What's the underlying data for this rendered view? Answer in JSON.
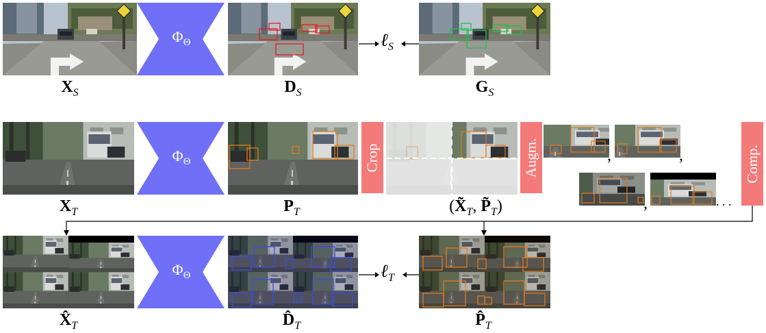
{
  "colors": {
    "network": "#6f6ff7",
    "tag": "#f47a7a",
    "det_red": "#e02020",
    "gt_green": "#22c04a",
    "pseudo_orange": "#e07b1f",
    "det_blue": "#3a4fd6"
  },
  "network_symbol": "Φ",
  "network_subscript": "Θ",
  "row1": {
    "input_label": "X",
    "input_sub": "S",
    "det_label": "D",
    "det_sub": "S",
    "gt_label": "G",
    "gt_sub": "S",
    "loss": "ℓ",
    "loss_sub": "S"
  },
  "row2": {
    "input_label": "X",
    "input_sub": "T",
    "pseudo_label": "P",
    "pseudo_sub": "T",
    "crop_tag": "Crop",
    "augm_tag": "Augm.",
    "comp_tag": "Comp.",
    "pair_label_open": "(",
    "pair_x": "X̃",
    "pair_x_sub": "T",
    "pair_sep": ",",
    "pair_p": "P̃",
    "pair_p_sub": "T",
    "pair_label_close": ")",
    "comma": ",",
    "ellipsis": ". . ."
  },
  "row3": {
    "input_label": "X̂",
    "input_sub": "T",
    "det_label": "D̂",
    "det_sub": "T",
    "pseudo_label": "P̂",
    "pseudo_sub": "T",
    "loss": "ℓ",
    "loss_sub": "T"
  }
}
